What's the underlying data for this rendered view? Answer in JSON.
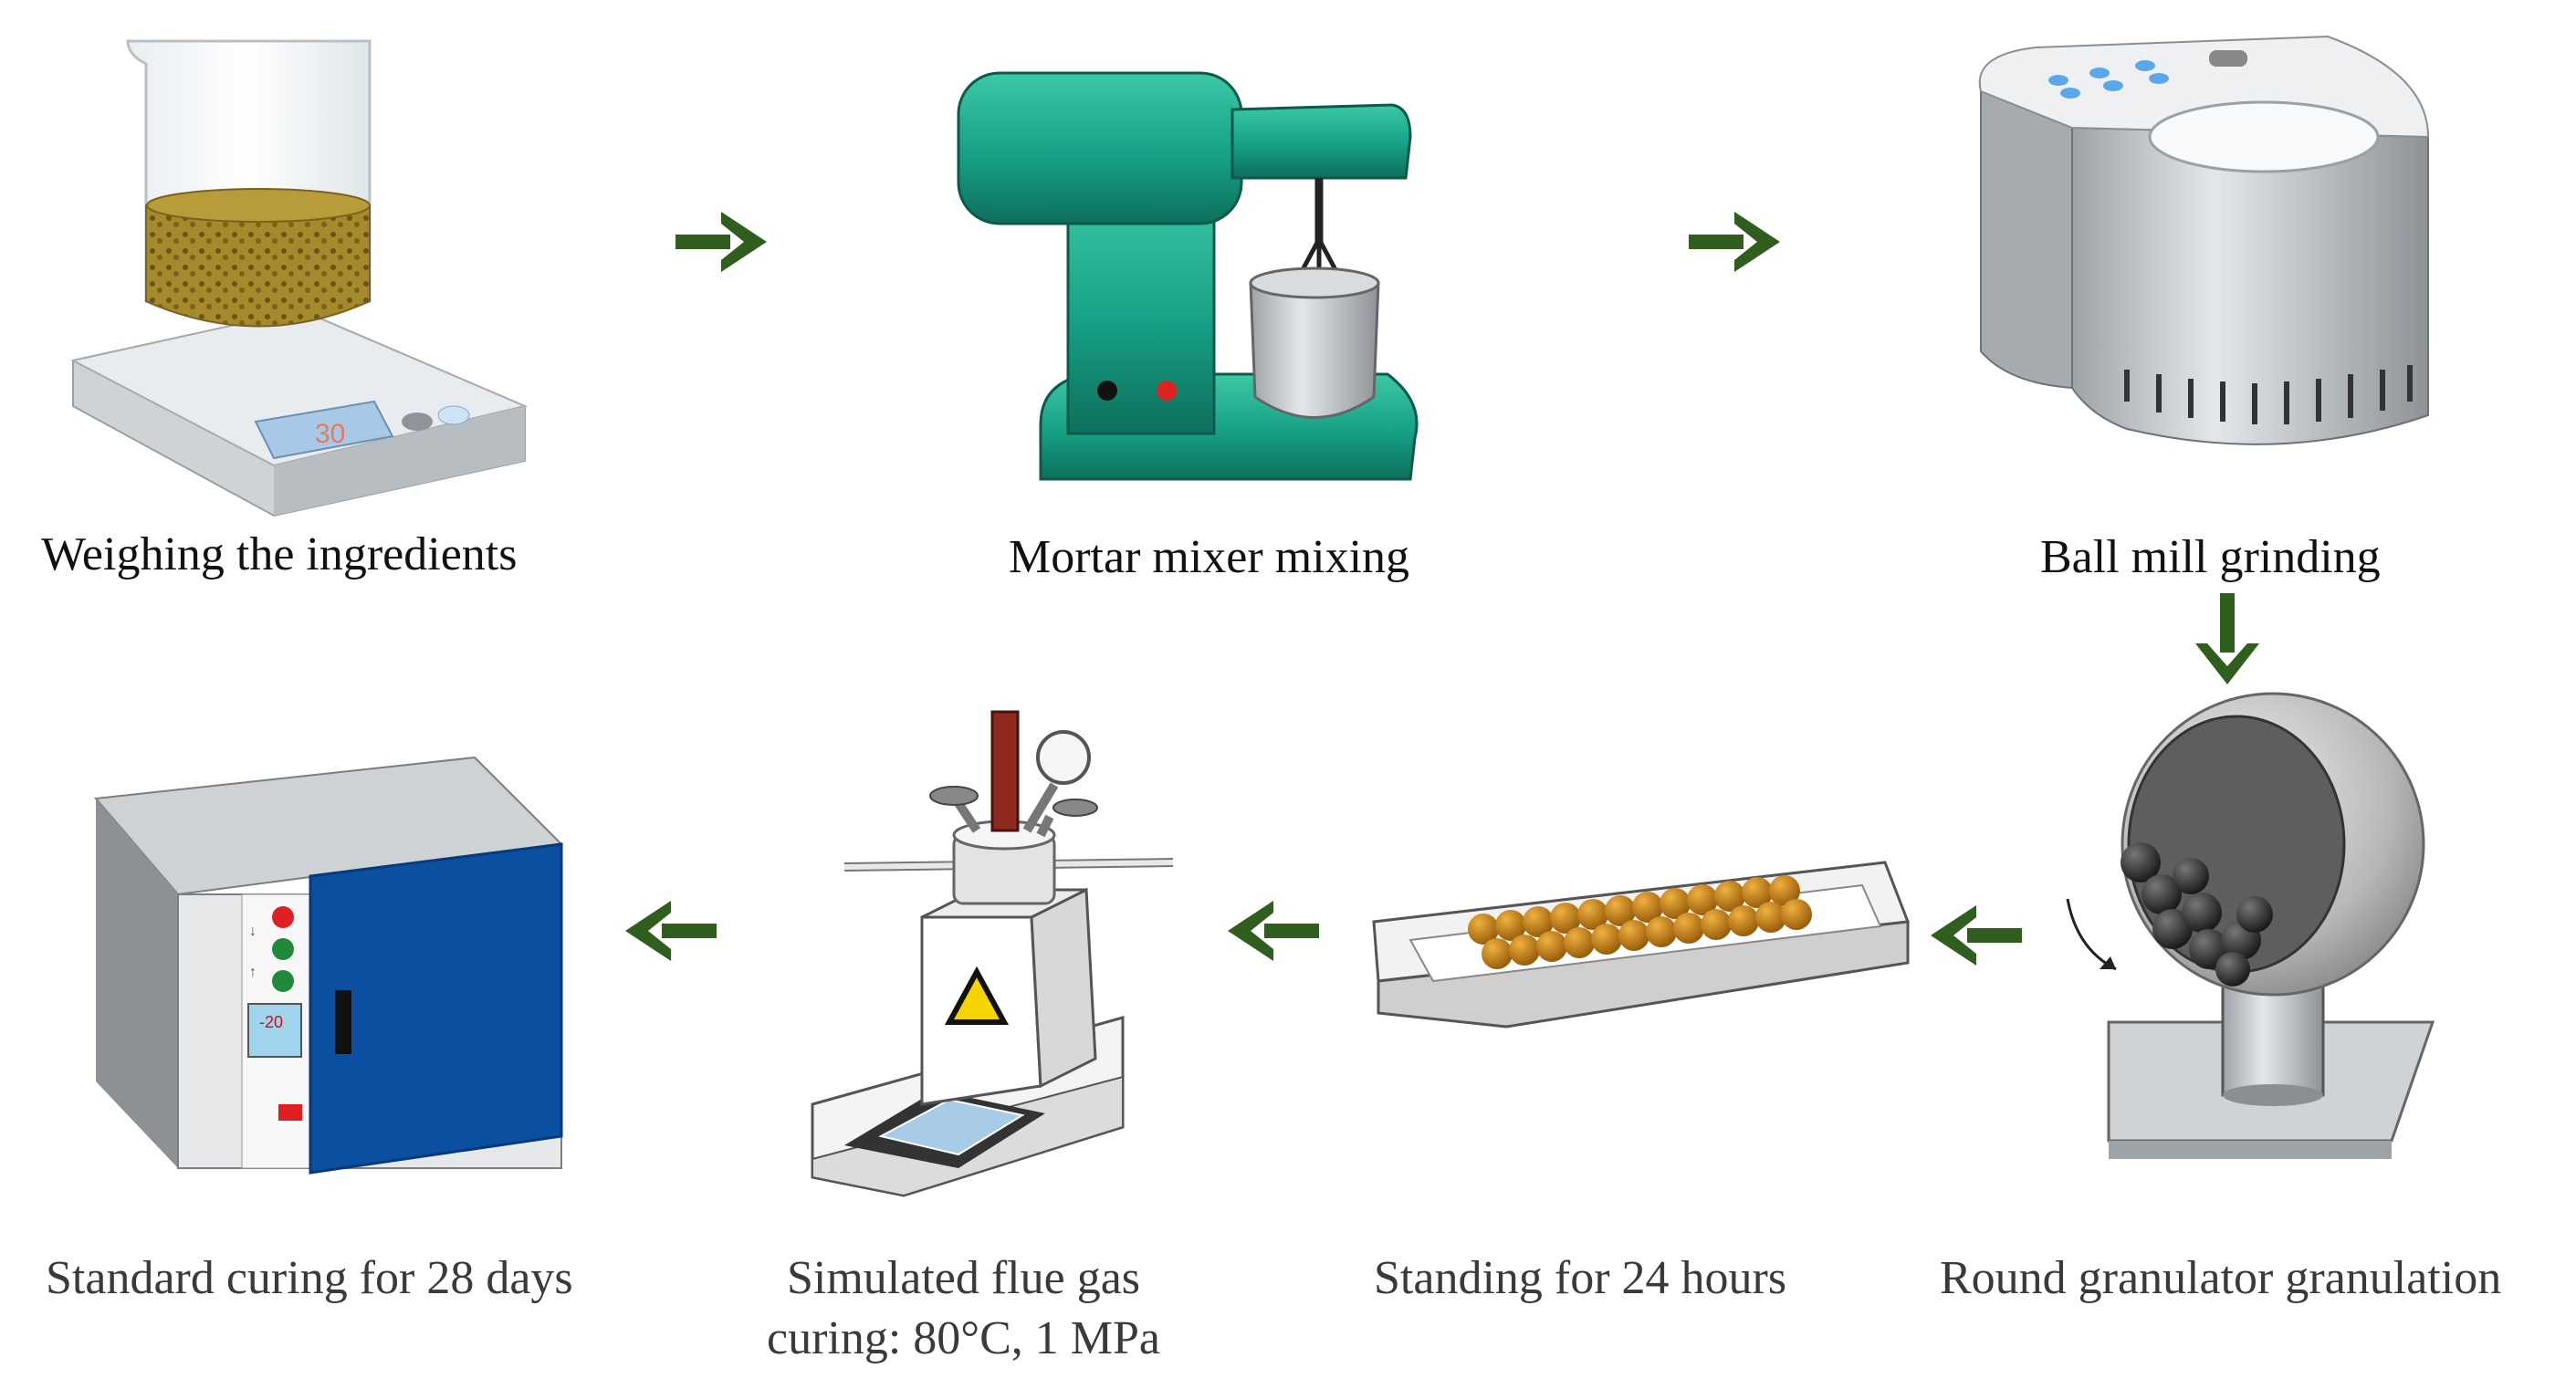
{
  "steps": [
    {
      "label": "Weighing the ingredients",
      "icon": "weighing-balance-beaker-icon",
      "scale_display": "30"
    },
    {
      "label": "Mortar mixer mixing",
      "icon": "mortar-mixer-icon"
    },
    {
      "label": "Ball mill grinding",
      "icon": "ball-mill-icon"
    },
    {
      "label": "Round granulator granulation",
      "icon": "round-granulator-icon"
    },
    {
      "label": "Standing for 24 hours",
      "icon": "pellet-tray-icon"
    },
    {
      "label_line1": "Simulated flue gas",
      "label_line2": "curing: 80°C, 1 MPa",
      "icon": "autoclave-reactor-icon"
    },
    {
      "label": "Standard curing for 28 days",
      "icon": "curing-oven-icon",
      "oven_display": "-20"
    }
  ],
  "colors": {
    "arrow": "#2f5e1f",
    "mixer": "#16a085",
    "oven_door": "#0b4fa0",
    "pellet": "#c98a1e"
  }
}
